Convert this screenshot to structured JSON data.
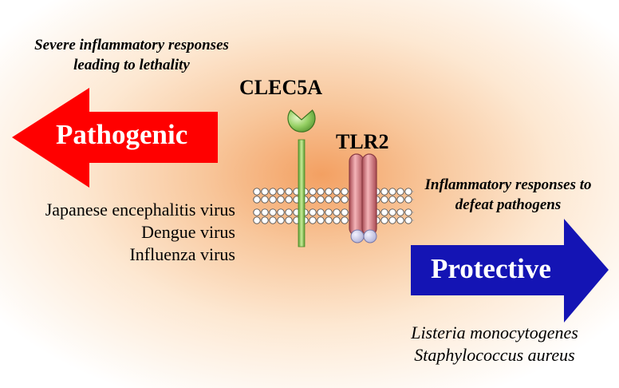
{
  "pathogenic": {
    "label": "Pathogenic",
    "description_line1": "Severe inflammatory responses",
    "description_line2": "leading to lethality",
    "examples": [
      "Japanese encephalitis virus",
      "Dengue virus",
      "Influenza virus"
    ]
  },
  "protective": {
    "label": "Protective",
    "description_line1": "Inflammatory responses to",
    "description_line2": "defeat pathogens",
    "examples": [
      "Listeria monocytogenes",
      "Staphylococcus aureus"
    ]
  },
  "receptors": {
    "clec5a": "CLEC5A",
    "tlr2": "TLR2"
  },
  "colors": {
    "pathogenic_arrow": "#ff0000",
    "protective_arrow": "#1414b4",
    "clec5a_head": "#8ccc5a",
    "tlr2_body": "#d8868c",
    "tlr2_base": "#c8c8e8",
    "background_glow": "#f4a060"
  }
}
